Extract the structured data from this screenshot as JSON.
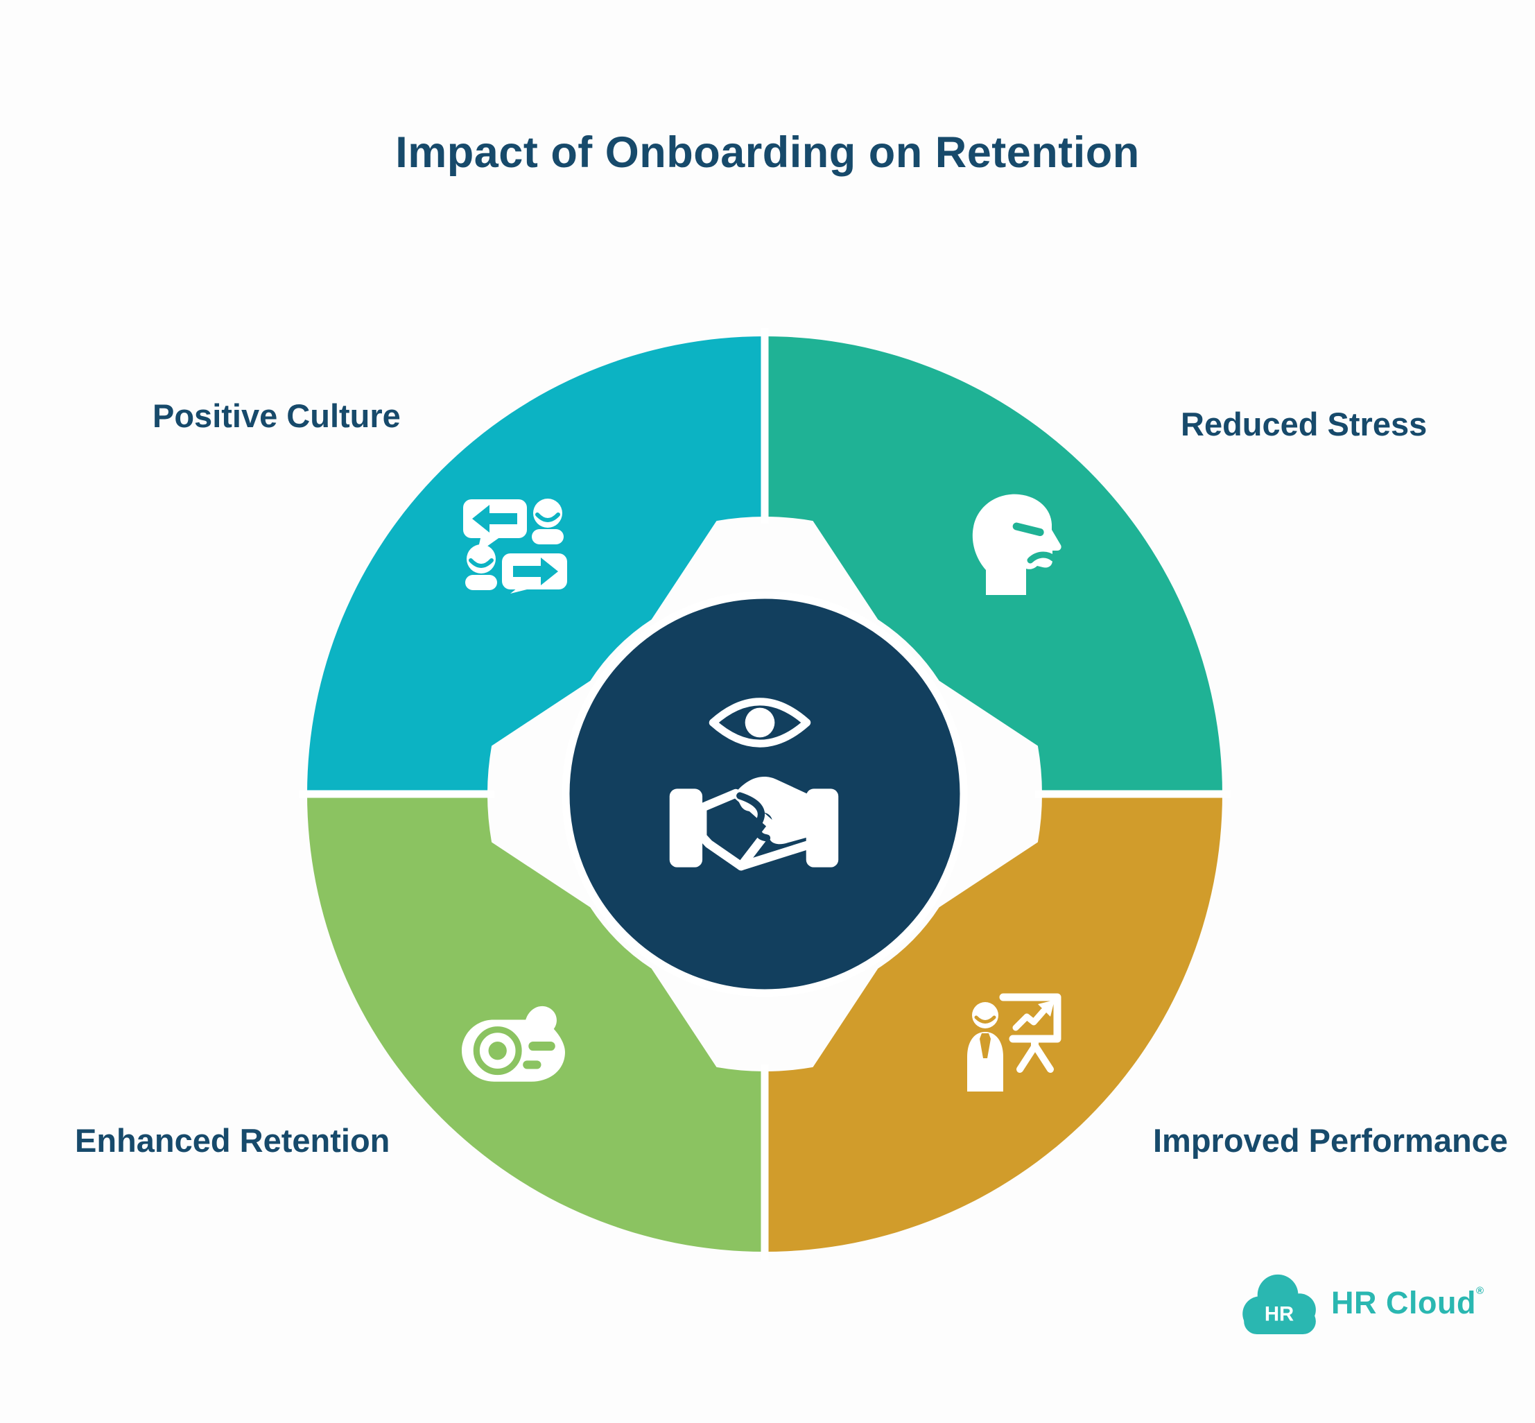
{
  "title": "Impact of Onboarding on Retention",
  "diagram": {
    "hub_color": "#123f5e",
    "hub_icons": [
      "eye-icon",
      "handshake-icon"
    ],
    "quadrants": [
      {
        "id": "nw",
        "label": "Positive Culture",
        "color": "#0cb3c3",
        "icon": "conversation-icon",
        "a0": 270
      },
      {
        "id": "ne",
        "label": "Reduced Stress",
        "color": "#1fb295",
        "icon": "stressed-head-icon",
        "a0": 0
      },
      {
        "id": "se",
        "label": "Improved Performance",
        "color": "#d19c2b",
        "icon": "presenter-icon",
        "a0": 90
      },
      {
        "id": "sw",
        "label": "Enhanced Retention",
        "color": "#8bc361",
        "icon": "target-icon",
        "a0": 180
      }
    ]
  },
  "logo": {
    "badge_text": "HR",
    "word": "HR Cloud",
    "reg": "®",
    "color": "#2ab7b1"
  },
  "colors": {
    "background": "#fdfdfd",
    "text": "#174a6b"
  }
}
